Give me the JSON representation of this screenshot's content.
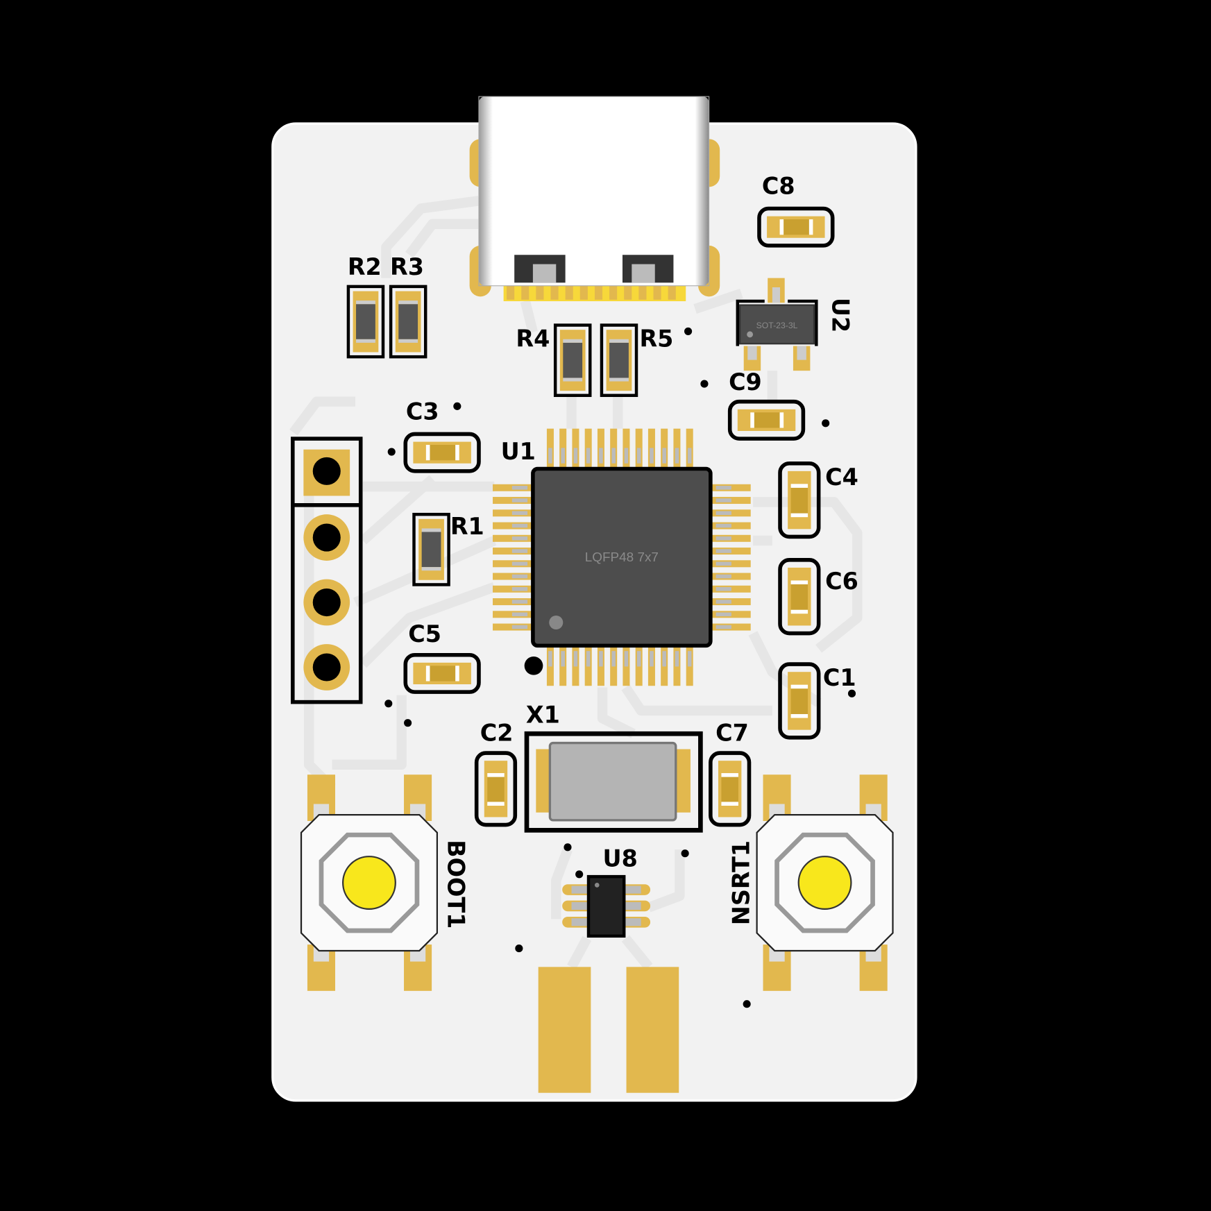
{
  "board": {
    "colors": {
      "background": "#000000",
      "board": "#f2f2f2",
      "copper": "#e2b84e",
      "silk": "#000000",
      "chip": "#4d4d4d",
      "crystal": "#b4b4b4",
      "button": "#f8e71c"
    }
  },
  "designators": {
    "c8": "C8",
    "u2": "U2",
    "r2": "R2",
    "r3": "R3",
    "r4": "R4",
    "r5": "R5",
    "c9": "C9",
    "c3": "C3",
    "u1": "U1",
    "r1": "R1",
    "c4": "C4",
    "c6": "C6",
    "c1": "C1",
    "c5": "C5",
    "x1": "X1",
    "c2": "C2",
    "c7": "C7",
    "u8": "U8",
    "boot1": "BOOT1",
    "nsrt1": "NSRT1"
  },
  "packages": {
    "u1": "LQFP48  7x7",
    "u2": "SOT-23-3L"
  }
}
